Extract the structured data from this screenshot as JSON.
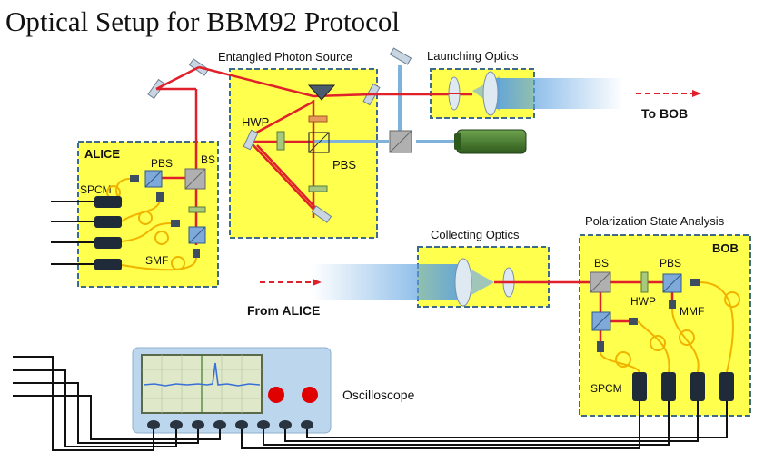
{
  "title": "Optical Setup for BBM92 Protocol",
  "labels": {
    "entangled_source": "Entangled Photon Source",
    "launching_optics": "Launching Optics",
    "to_bob": "To BOB",
    "alice": "ALICE",
    "pbs": "PBS",
    "bs": "BS",
    "spcm": "SPCM",
    "smf": "SMF",
    "hwp": "HWP",
    "collecting_optics": "Collecting Optics",
    "polarization_analysis": "Polarization State Analysis",
    "bob": "BOB",
    "mmf": "MMF",
    "from_alice": "From ALICE",
    "oscilloscope": "Oscilloscope"
  },
  "colors": {
    "panel_fill": "#ffff4d",
    "panel_border": "#3e6b8a",
    "laser_red": "#e0202a",
    "pump_blue": "#7fb3dc",
    "fiber_yellow": "#f0b400",
    "detector": "#1f2b38",
    "scope_body": "#bcd6ee",
    "scope_button": "#e00000",
    "pump_laser": "#3f7a2a"
  }
}
